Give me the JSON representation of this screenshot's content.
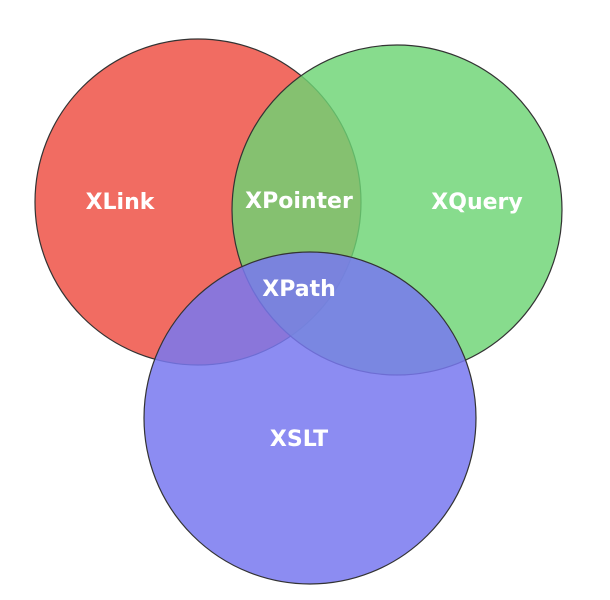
{
  "venn": {
    "sets": [
      {
        "id": "xlink",
        "label": "XLink",
        "color": "#f0645a"
      },
      {
        "id": "xquery",
        "label": "XQuery",
        "color": "#6cd474"
      },
      {
        "id": "xslt",
        "label": "XSLT",
        "color": "#7878f0"
      }
    ],
    "intersections": [
      {
        "id": "xpointer",
        "label": "XPointer",
        "sets": [
          "xlink",
          "xquery"
        ]
      },
      {
        "id": "xpath",
        "label": "XPath",
        "sets": [
          "xlink",
          "xquery",
          "xslt"
        ]
      }
    ],
    "outline_color": "#333333"
  }
}
